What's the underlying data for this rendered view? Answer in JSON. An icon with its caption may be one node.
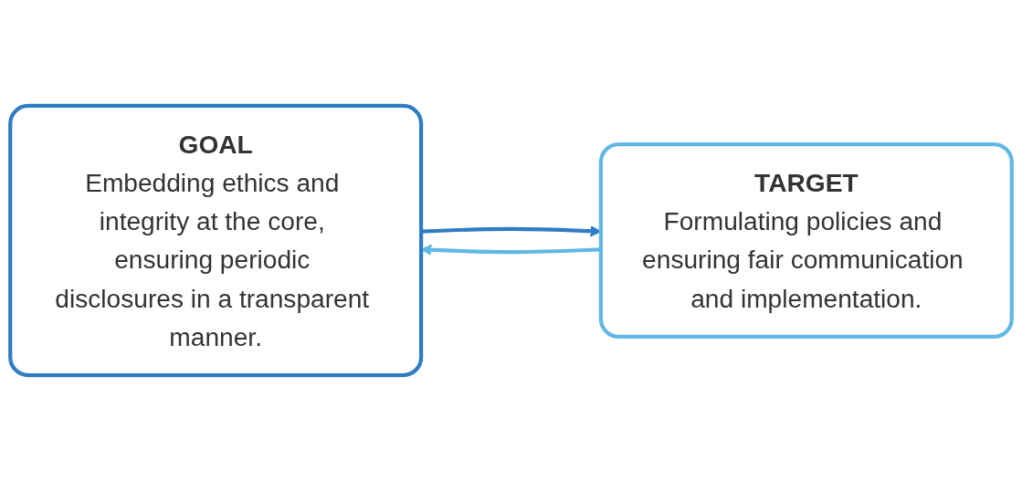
{
  "diagram": {
    "nodes": [
      {
        "text": [
          "GOAL",
          "Embedding ethics and integrity at the core, ensuring periodic disclosures in a transparent manner."
        ]
      },
      {
        "text": [
          "TARGET",
          "Formulating policies and ensuring fair communication and implementation."
        ]
      }
    ],
    "edges": [
      {
        "from": 0,
        "to": 1,
        "arrow": "to",
        "color": "#2f7cc4"
      },
      {
        "from": 1,
        "to": 0,
        "arrow": "to",
        "color": "#62b8e4"
      }
    ]
  }
}
